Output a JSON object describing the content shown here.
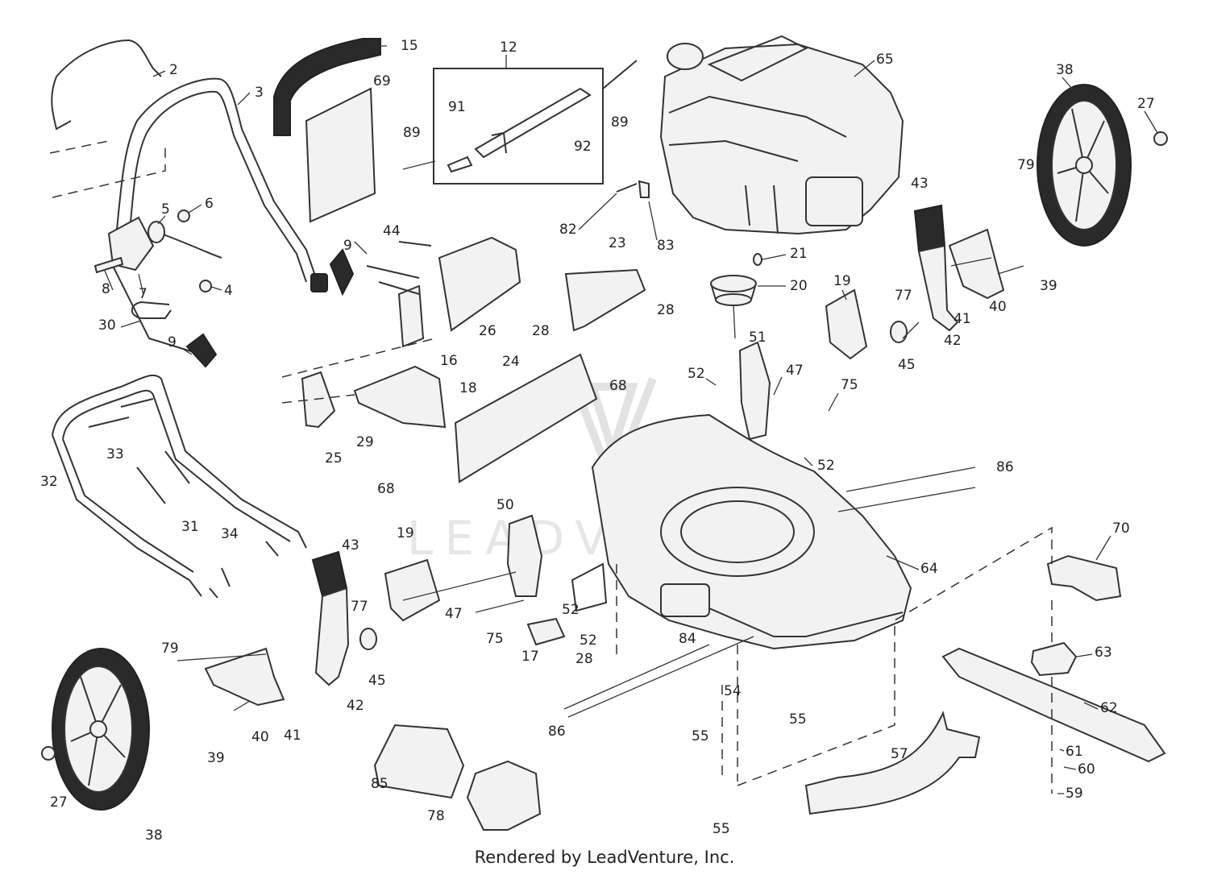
{
  "watermark": "LEADVENTURE",
  "footer": "Rendered by LeadVenture, Inc.",
  "labels": {
    "p2": "2",
    "p3": "3",
    "p4": "4",
    "p5": "5",
    "p6": "6",
    "p7": "7",
    "p8": "8",
    "p9a": "9",
    "p9b": "9",
    "p12": "12",
    "p15": "15",
    "p16": "16",
    "p17": "17",
    "p18": "18",
    "p19a": "19",
    "p19b": "19",
    "p20": "20",
    "p21": "21",
    "p23": "23",
    "p24": "24",
    "p25": "25",
    "p26": "26",
    "p27a": "27",
    "p27b": "27",
    "p28a": "28",
    "p28b": "28",
    "p28c": "28",
    "p29": "29",
    "p30": "30",
    "p31": "31",
    "p32": "32",
    "p33": "33",
    "p34": "34",
    "p38a": "38",
    "p38b": "38",
    "p39a": "39",
    "p39b": "39",
    "p40a": "40",
    "p40b": "40",
    "p41a": "41",
    "p41b": "41",
    "p42a": "42",
    "p42b": "42",
    "p43a": "43",
    "p43b": "43",
    "p44": "44",
    "p45a": "45",
    "p45b": "45",
    "p47a": "47",
    "p47b": "47",
    "p50": "50",
    "p51": "51",
    "p52a": "52",
    "p52b": "52",
    "p52c": "52",
    "p52d": "52",
    "p54": "54",
    "p55a": "55",
    "p55b": "55",
    "p55c": "55",
    "p57": "57",
    "p59": "59",
    "p60": "60",
    "p61": "61",
    "p62": "62",
    "p63": "63",
    "p64": "64",
    "p65": "65",
    "p68a": "68",
    "p68b": "68",
    "p69": "69",
    "p70": "70",
    "p75a": "75",
    "p75b": "75",
    "p77a": "77",
    "p77b": "77",
    "p78": "78",
    "p79a": "79",
    "p79b": "79",
    "p82": "82",
    "p83": "83",
    "p84": "84",
    "p85": "85",
    "p86a": "86",
    "p86b": "86",
    "p89a": "89",
    "p89b": "89",
    "p91": "91",
    "p92": "92"
  }
}
